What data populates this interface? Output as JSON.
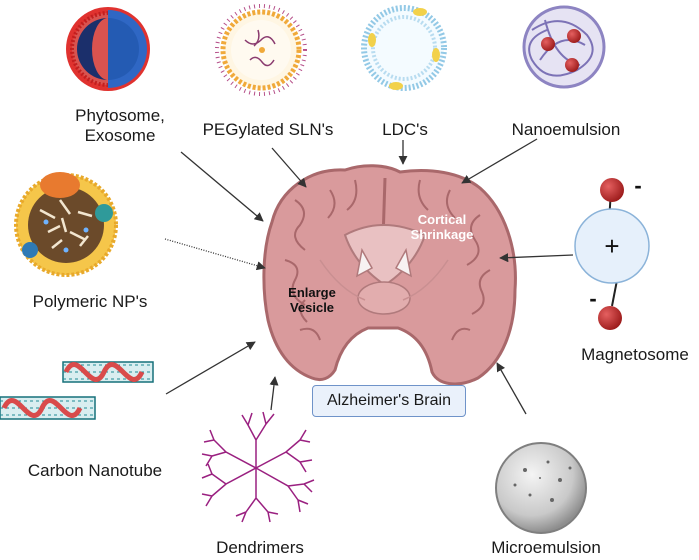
{
  "title_box": "Alzheimer's Brain",
  "brain_labels": {
    "cortical": "Cortical\nShrinkage",
    "vesicle": "Enlarge\nVesicle"
  },
  "carriers": {
    "phytosome": "Phytosome,\nExosome",
    "sln": "PEGylated SLN's",
    "ldc": "LDC's",
    "nanoemulsion": "Nanoemulsion",
    "polymeric": "Polymeric NP's",
    "magnetosome": "Magnetosome",
    "carbon": "Carbon Nanotube",
    "dendrimers": "Dendrimers",
    "microemulsion": "Microemulsion"
  },
  "magnet_signs": {
    "positive": "+",
    "negative_top": "-",
    "negative_bottom": "-"
  },
  "colors": {
    "brain_fill": "#d99a9c",
    "brain_stroke": "#a9686b",
    "arrow": "#333333",
    "box_border": "#6f93c9"
  }
}
